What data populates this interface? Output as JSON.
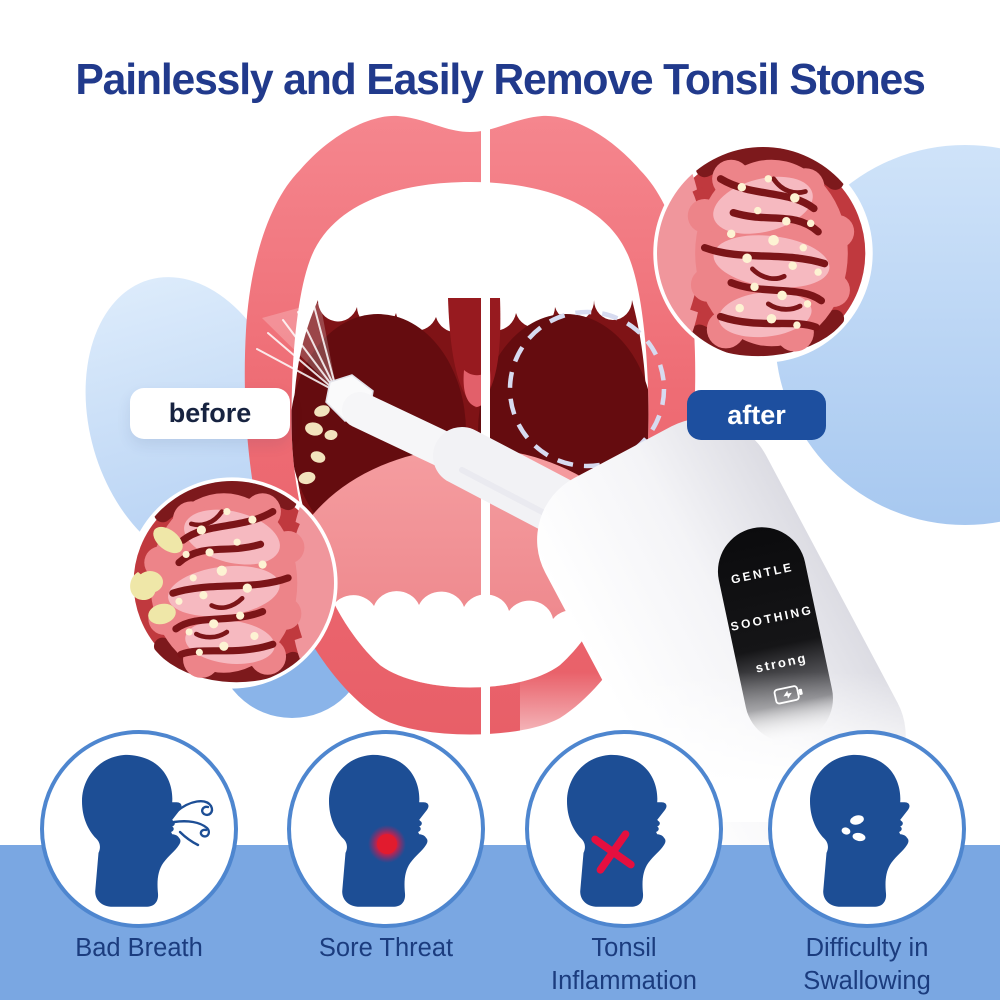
{
  "title": {
    "text": "Painlessly and Easily Remove Tonsil Stones"
  },
  "comparison": {
    "before": "before",
    "after": "after"
  },
  "device": {
    "mode_labels": [
      "GENTLE",
      "SOOTHING",
      "strong"
    ],
    "battery_icon": "battery-icon"
  },
  "symptoms": [
    {
      "label": "Bad Breath",
      "line1": "Bad Breath",
      "line2": "",
      "icon": "head-bad-breath-icon"
    },
    {
      "label": "Sore Threat",
      "line1": "Sore Threat",
      "line2": "",
      "icon": "head-sore-throat-icon"
    },
    {
      "label": "Tonsil Inflammation",
      "line1": "Tonsil",
      "line2": "Inflammation",
      "icon": "head-tonsil-inflammation-icon"
    },
    {
      "label": "Difficulty in Swallowing",
      "line1": "Difficulty in",
      "line2": "Swallowing",
      "icon": "head-swallowing-icon"
    }
  ],
  "colors": {
    "title": "#213a8c",
    "label_text": "#1b3c7e",
    "bottom_band": "#7aa7e2",
    "after_pill": "#1d4f9f",
    "head_silhouette": "#1d4e95",
    "alert_red": "#e3213a",
    "lip_red": "#ee6c74",
    "cavity_red": "#7f1316",
    "tonsil_stone_cream": "#f2e3bd"
  }
}
